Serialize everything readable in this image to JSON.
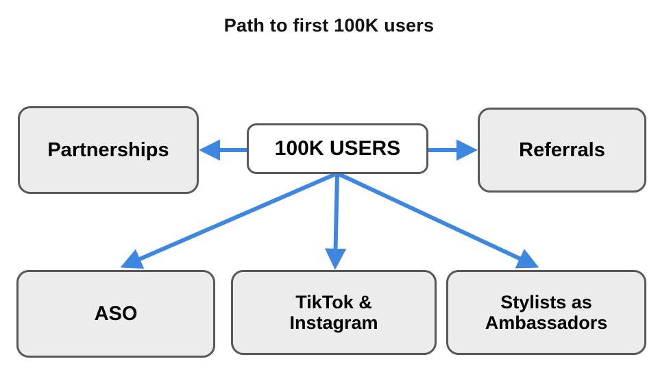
{
  "title": "Path to first 100K users",
  "colors": {
    "arrow": "#3d87e0",
    "node_fill": "#ececec",
    "center_fill": "#ffffff",
    "node_border": "#585858",
    "text": "#000000",
    "background": "#ffffff"
  },
  "nodes": {
    "center": {
      "label": "100K USERS"
    },
    "partnerships": {
      "label": "Partnerships"
    },
    "referrals": {
      "label": "Referrals"
    },
    "aso": {
      "label": "ASO"
    },
    "tiktok": {
      "label": "TikTok &\nInstagram"
    },
    "stylists": {
      "label": "Stylists as\nAmbassadors"
    }
  },
  "edges": [
    {
      "name": "center-to-partnerships",
      "from": "center",
      "to": "partnerships",
      "direction": "left"
    },
    {
      "name": "center-to-referrals",
      "from": "center",
      "to": "referrals",
      "direction": "right"
    },
    {
      "name": "center-to-aso",
      "from": "center",
      "to": "aso",
      "direction": "down-left"
    },
    {
      "name": "center-to-tiktok",
      "from": "center",
      "to": "tiktok",
      "direction": "down"
    },
    {
      "name": "center-to-stylists",
      "from": "center",
      "to": "stylists",
      "direction": "down-right"
    }
  ]
}
